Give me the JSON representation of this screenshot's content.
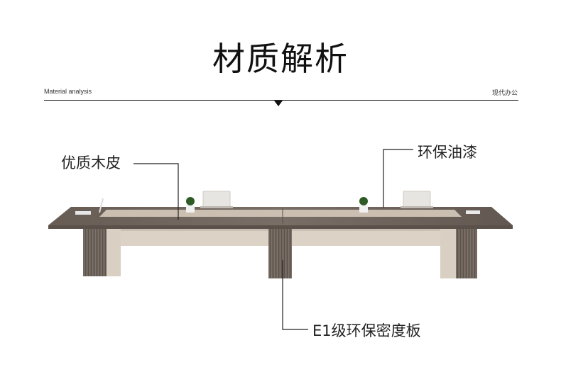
{
  "header": {
    "title": "材质解析",
    "subtitle_left": "Material analysis",
    "subtitle_right": "现代办公"
  },
  "callouts": {
    "wood_veneer": "优质木皮",
    "eco_paint": "环保油漆",
    "board": "E1级环保密度板"
  },
  "colors": {
    "wood": "#6f655d",
    "wood_light": "#8b817a",
    "panel": "#dcd2c6",
    "line": "#222222"
  }
}
